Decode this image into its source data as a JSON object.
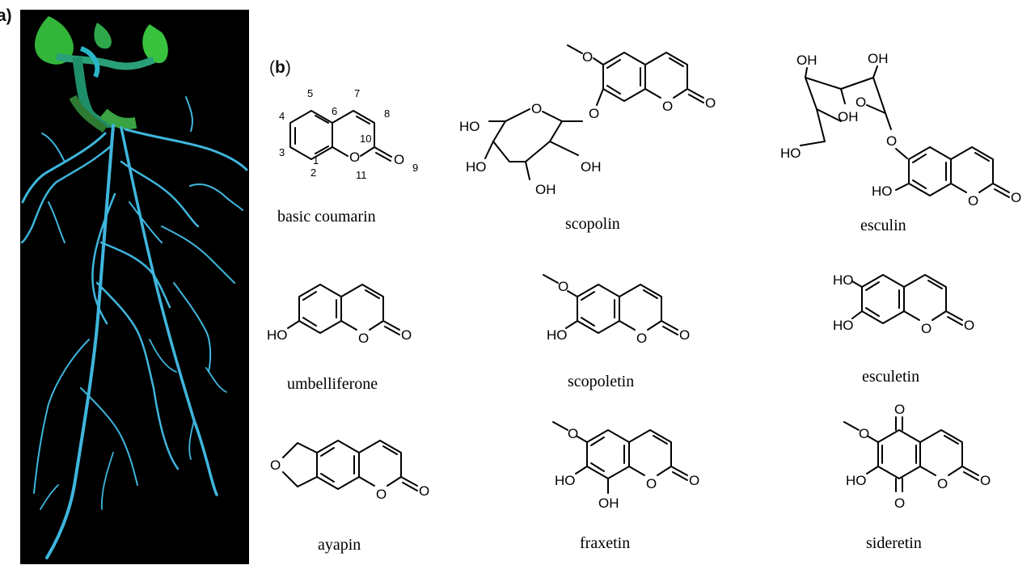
{
  "panels": {
    "a": {
      "label": "a)",
      "photo": "plant-root-fluorescence-photo"
    },
    "b": {
      "label": "b",
      "paren_open": "(",
      "paren_close": ")"
    }
  },
  "compounds": [
    {
      "name": "basic coumarin",
      "numbering": [
        "1",
        "2",
        "3",
        "4",
        "5",
        "6",
        "7",
        "8",
        "9",
        "10",
        "11"
      ]
    },
    {
      "name": "scopolin"
    },
    {
      "name": "esculin"
    },
    {
      "name": "umbelliferone"
    },
    {
      "name": "scopoletin"
    },
    {
      "name": "esculetin"
    },
    {
      "name": "ayapin"
    },
    {
      "name": "fraxetin"
    },
    {
      "name": "sideretin"
    }
  ],
  "atoms": {
    "O": "O",
    "OH": "OH",
    "HO": "HO"
  },
  "colors": {
    "photo_background": "#000000",
    "root_cyan": "#3fb6dd",
    "leaf_green": "#36c23a",
    "text": "#000000"
  }
}
